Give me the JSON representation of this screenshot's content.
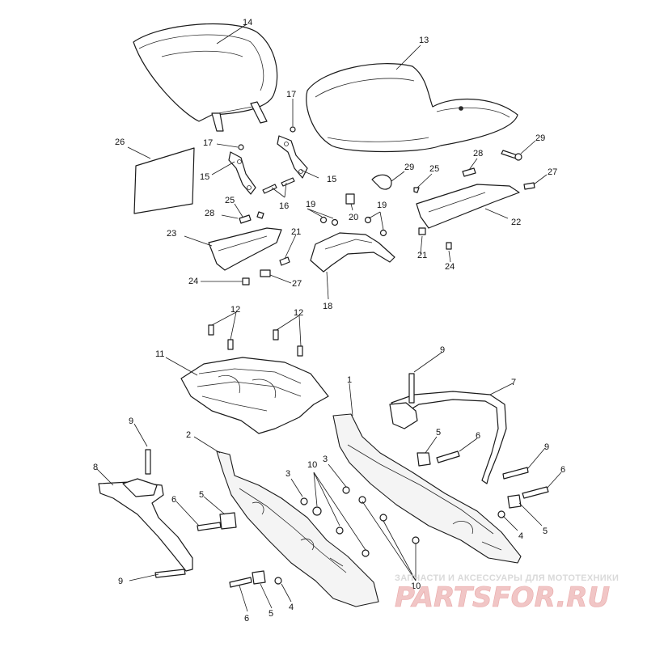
{
  "diagram": {
    "callouts": [
      "1",
      "2",
      "3",
      "4",
      "5",
      "6",
      "7",
      "8",
      "9",
      "10",
      "11",
      "12",
      "13",
      "14",
      "15",
      "16",
      "17",
      "18",
      "19",
      "20",
      "21",
      "22",
      "23",
      "24",
      "25",
      "26",
      "27",
      "28",
      "29"
    ]
  },
  "watermark": {
    "subtitle": "ЗАПЧАСТИ И АКСЕССУАРЫ ДЛЯ МОТОТЕХНИКИ",
    "logo": "PARTSFOR.RU"
  }
}
